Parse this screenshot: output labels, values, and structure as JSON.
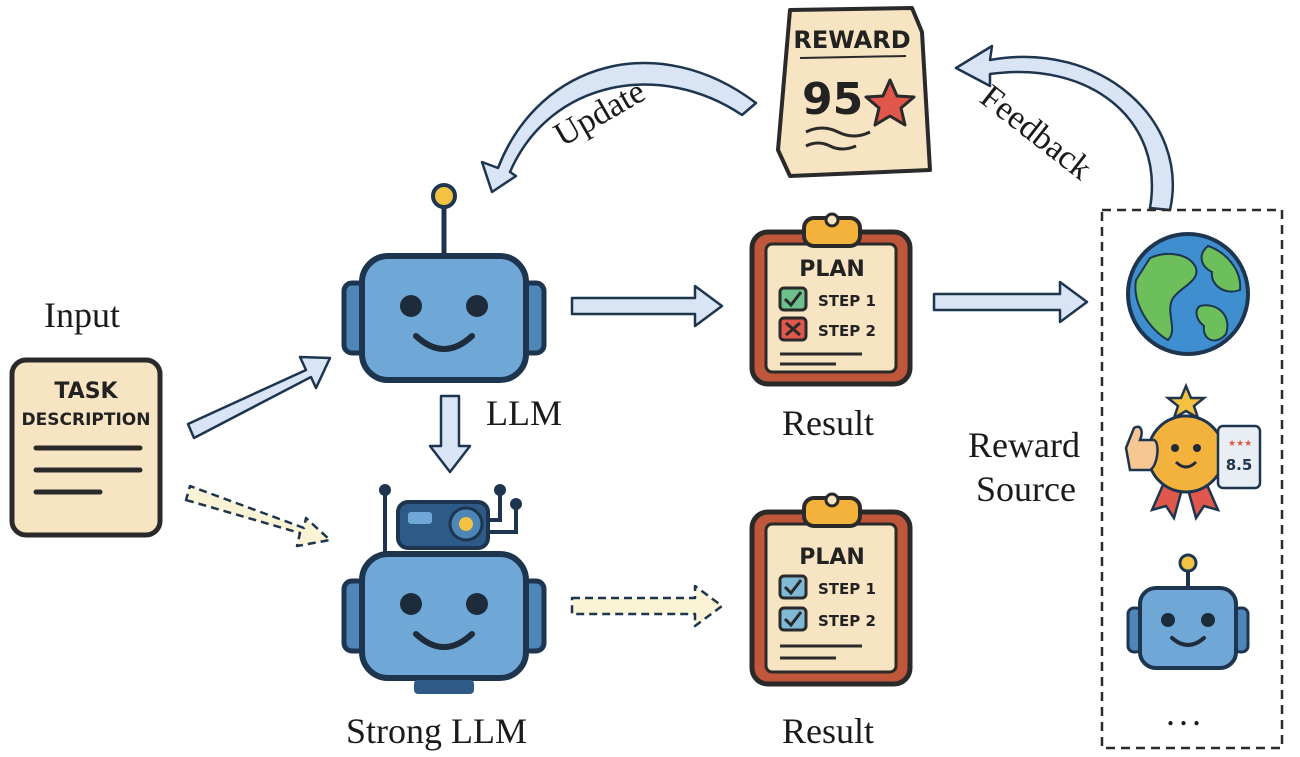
{
  "input": {
    "label": "Input",
    "card_title_1": "TASK",
    "card_title_2": "DESCRIPTION"
  },
  "llm": {
    "label": "LLM"
  },
  "strong_llm": {
    "label": "Strong LLM"
  },
  "results": [
    {
      "label": "Result",
      "card_title": "PLAN",
      "steps": [
        {
          "text": "STEP 1",
          "status": "check"
        },
        {
          "text": "STEP 2",
          "status": "cross"
        }
      ]
    },
    {
      "label": "Result",
      "card_title": "PLAN",
      "steps": [
        {
          "text": "STEP 1",
          "status": "check"
        },
        {
          "text": "STEP 2",
          "status": "check"
        }
      ]
    }
  ],
  "reward": {
    "title": "REWARD",
    "score": "95",
    "icon": "star-icon"
  },
  "arrows": {
    "update": "Update",
    "feedback": "Feedback"
  },
  "reward_source": {
    "label_line1": "Reward",
    "label_line2": "Source",
    "items": [
      "globe-icon",
      "badge-rating-icon",
      "robot-icon"
    ],
    "badge_score": "8.5",
    "more": "..."
  },
  "colors": {
    "robot_fill": "#6fa8d6",
    "robot_stroke": "#1e3550",
    "arrow_fill": "#d9e5f4",
    "dashed_arrow_fill": "#fbf3d5",
    "clipboard_frame": "#c0563a",
    "paper": "#f7e4c3",
    "check_green": "#6cc08b",
    "cross_red": "#e0574b"
  }
}
